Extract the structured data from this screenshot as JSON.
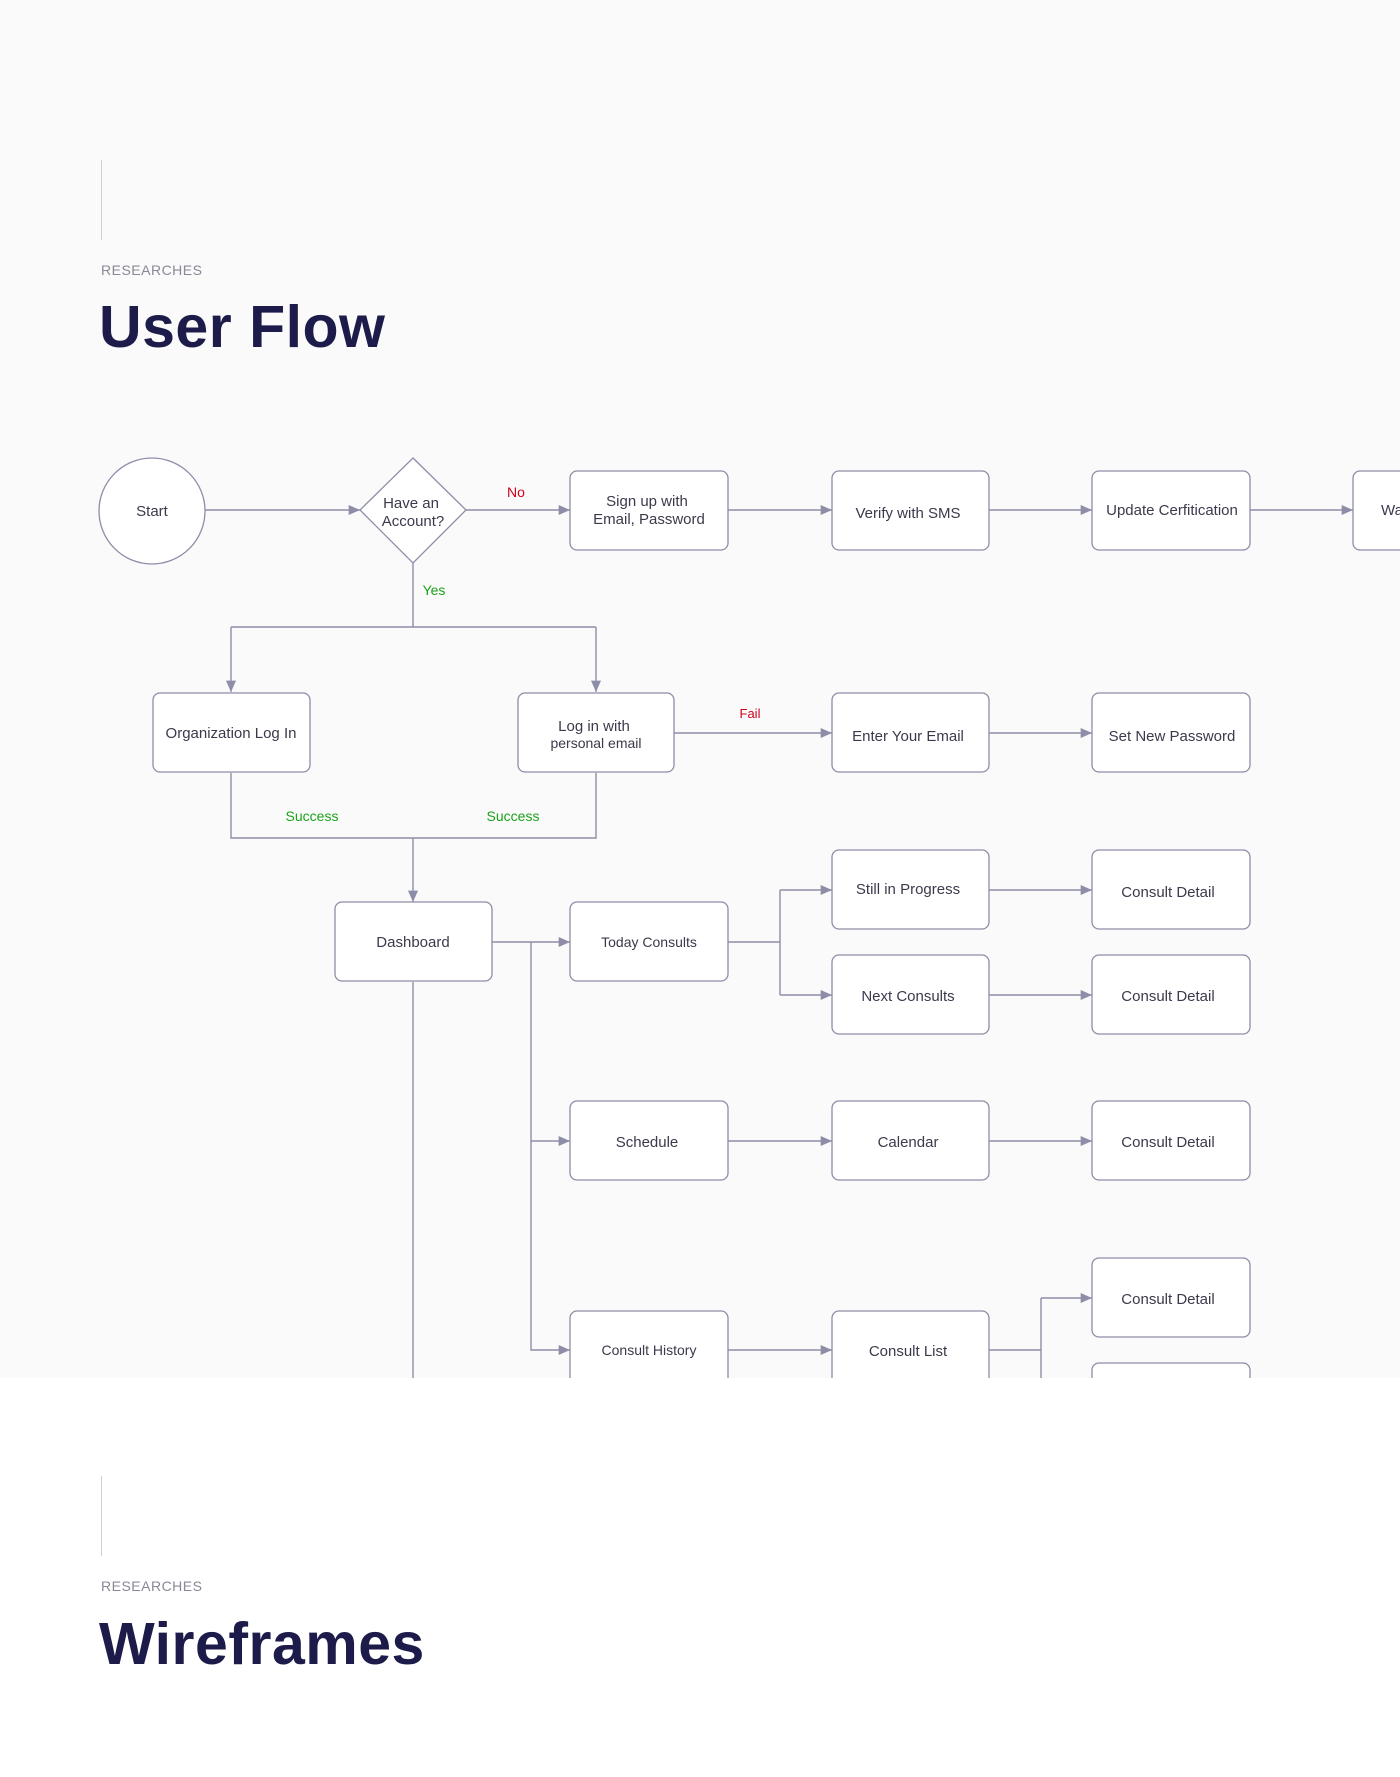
{
  "sections": [
    {
      "eyebrow": "RESEARCHES",
      "title": "User Flow"
    },
    {
      "eyebrow": "RESEARCHES",
      "title": "Wireframes"
    }
  ],
  "colors": {
    "title": "#1c1b4a",
    "line": "#8e8da8",
    "node_border": "#8e8da8",
    "label_negative": "#d0021b",
    "label_positive": "#1aa31a",
    "panel_background": "#fafafa"
  },
  "diagram": {
    "nodes": {
      "start": "Start",
      "have_account": [
        "Have an",
        "Account?"
      ],
      "signup": [
        "Sign up with",
        "Email, Password"
      ],
      "verify_sms": "Verify with SMS",
      "update_cert": "Update Cerfitication",
      "next_partial": "Wa",
      "org_login": "Organization Log In",
      "personal_login": [
        "Log in with",
        "personal email"
      ],
      "enter_email": "Enter Your Email",
      "set_password": "Set New Password",
      "dashboard": "Dashboard",
      "today_consults": "Today Consults",
      "still_progress": "Still in Progress",
      "next_consults": "Next Consults",
      "consult_detail_1": "Consult Detail",
      "consult_detail_2": "Consult Detail",
      "schedule": "Schedule",
      "calendar": "Calendar",
      "consult_detail_3": "Consult Detail",
      "consult_history": "Consult History",
      "consult_list": "Consult List",
      "consult_detail_4": "Consult Detail"
    },
    "edge_labels": {
      "no": "No",
      "yes": "Yes",
      "fail": "Fail",
      "success_org": "Success",
      "success_personal": "Success"
    }
  }
}
